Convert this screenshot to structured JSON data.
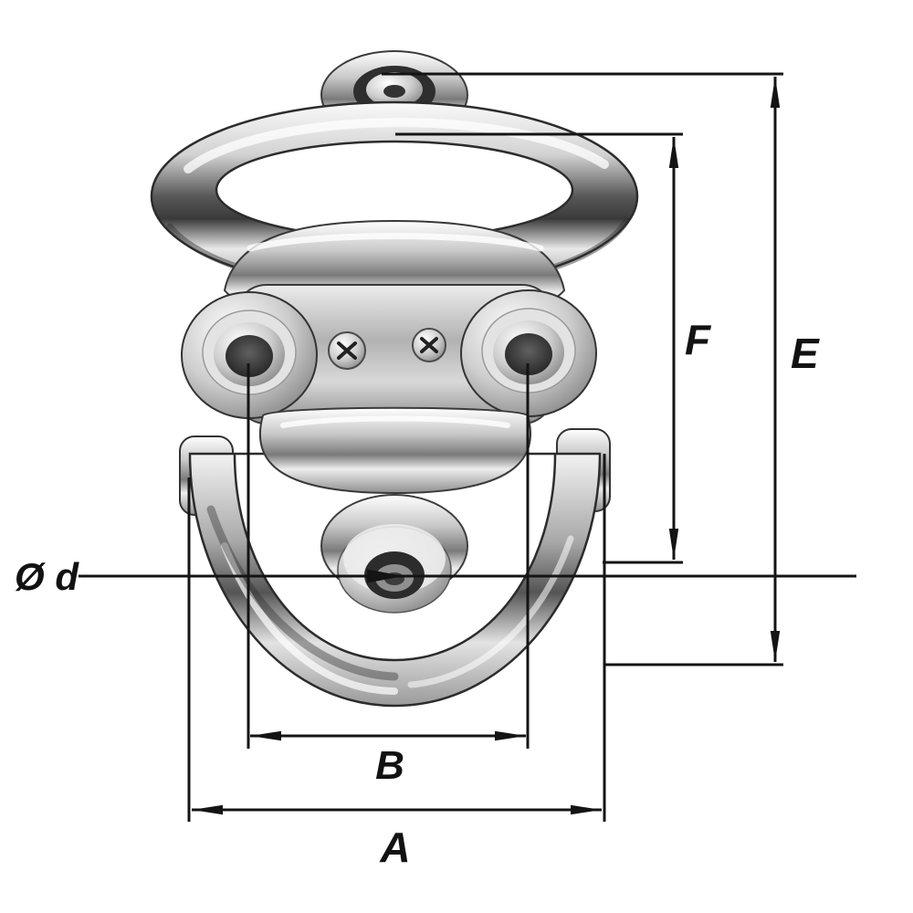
{
  "diagram": {
    "type": "technical-dimension-drawing",
    "subject": "stainless steel folding pad eye (double D-ring) fitting",
    "background": "#ffffff",
    "line_color": "#141414",
    "labels": {
      "overall_height": "E",
      "ring_height": "F",
      "hole_diameter": "Ø d",
      "hole_spacing": "B",
      "overall_width": "A"
    }
  }
}
